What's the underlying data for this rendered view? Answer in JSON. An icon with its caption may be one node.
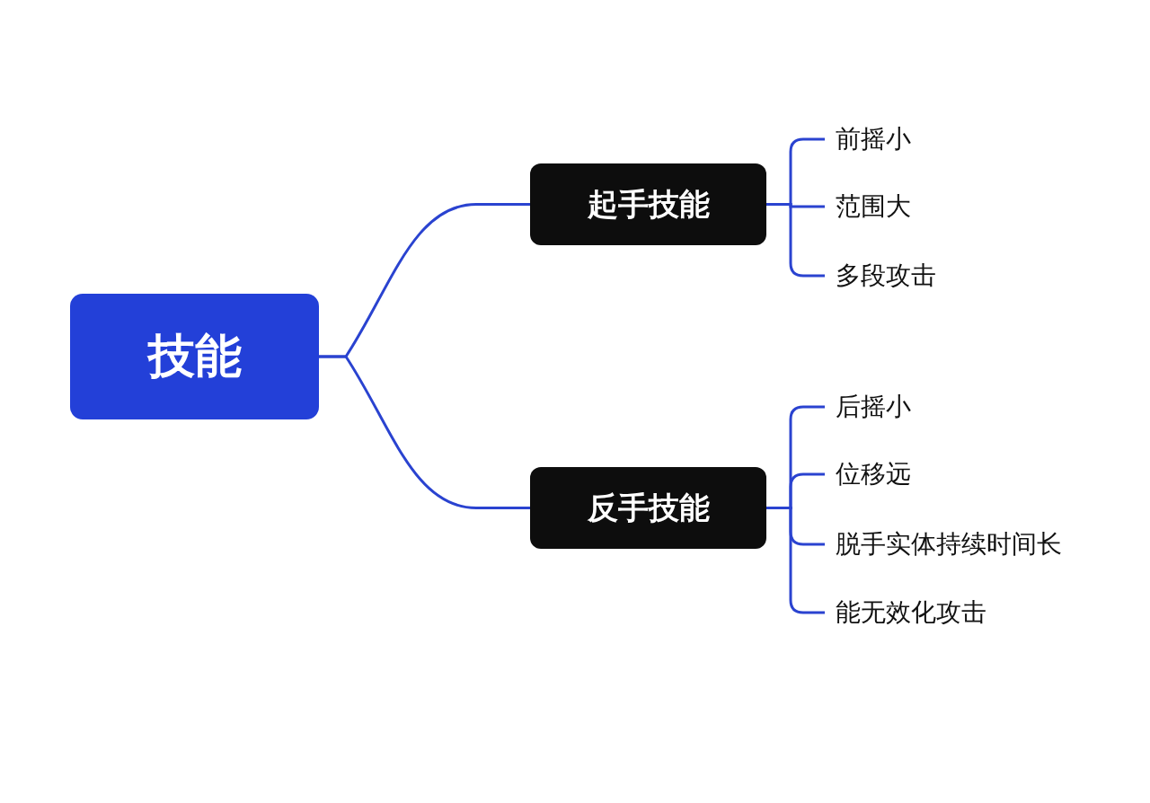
{
  "diagram": {
    "nodes": [
      {
        "text": [
          "技能"
        ]
      },
      {
        "text": [
          "起手技能"
        ]
      },
      {
        "text": [
          "反手技能"
        ]
      },
      {
        "text": [
          "前摇小"
        ]
      },
      {
        "text": [
          "范围大"
        ]
      },
      {
        "text": [
          "多段攻击"
        ]
      },
      {
        "text": [
          "后摇小"
        ]
      },
      {
        "text": [
          "位移远"
        ]
      },
      {
        "text": [
          "脱手实体持续时间长"
        ]
      },
      {
        "text": [
          "能无效化攻击"
        ]
      }
    ],
    "edges": [
      {
        "from": 0,
        "to": 1,
        "arrow": "none"
      },
      {
        "from": 0,
        "to": 2,
        "arrow": "none"
      },
      {
        "from": 1,
        "to": 3,
        "arrow": "none"
      },
      {
        "from": 1,
        "to": 4,
        "arrow": "none"
      },
      {
        "from": 1,
        "to": 5,
        "arrow": "none"
      },
      {
        "from": 2,
        "to": 6,
        "arrow": "none"
      },
      {
        "from": 2,
        "to": 7,
        "arrow": "none"
      },
      {
        "from": 2,
        "to": 8,
        "arrow": "none"
      },
      {
        "from": 2,
        "to": 9,
        "arrow": "none"
      }
    ]
  }
}
